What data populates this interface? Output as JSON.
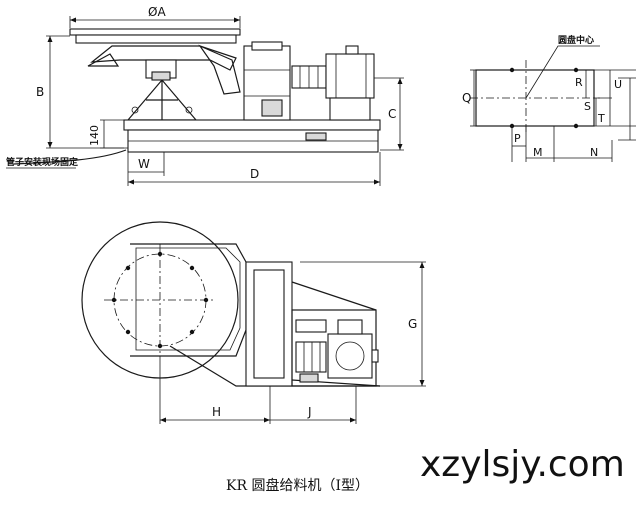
{
  "dimensions": {
    "phi_a": "ØA",
    "b": "B",
    "c": "C",
    "d": "D",
    "w": "W",
    "h140": "140",
    "q": "Q",
    "r": "R",
    "s": "S",
    "t": "T",
    "u": "U",
    "p": "P",
    "m": "M",
    "n": "N",
    "g": "G",
    "h": "H",
    "j": "J"
  },
  "notes": {
    "pipe_install": "管子安装现场固定",
    "disc_center": "圆盘中心"
  },
  "watermark": "xzylsjy.com",
  "caption": "KR 圆盘给料机（I型）"
}
